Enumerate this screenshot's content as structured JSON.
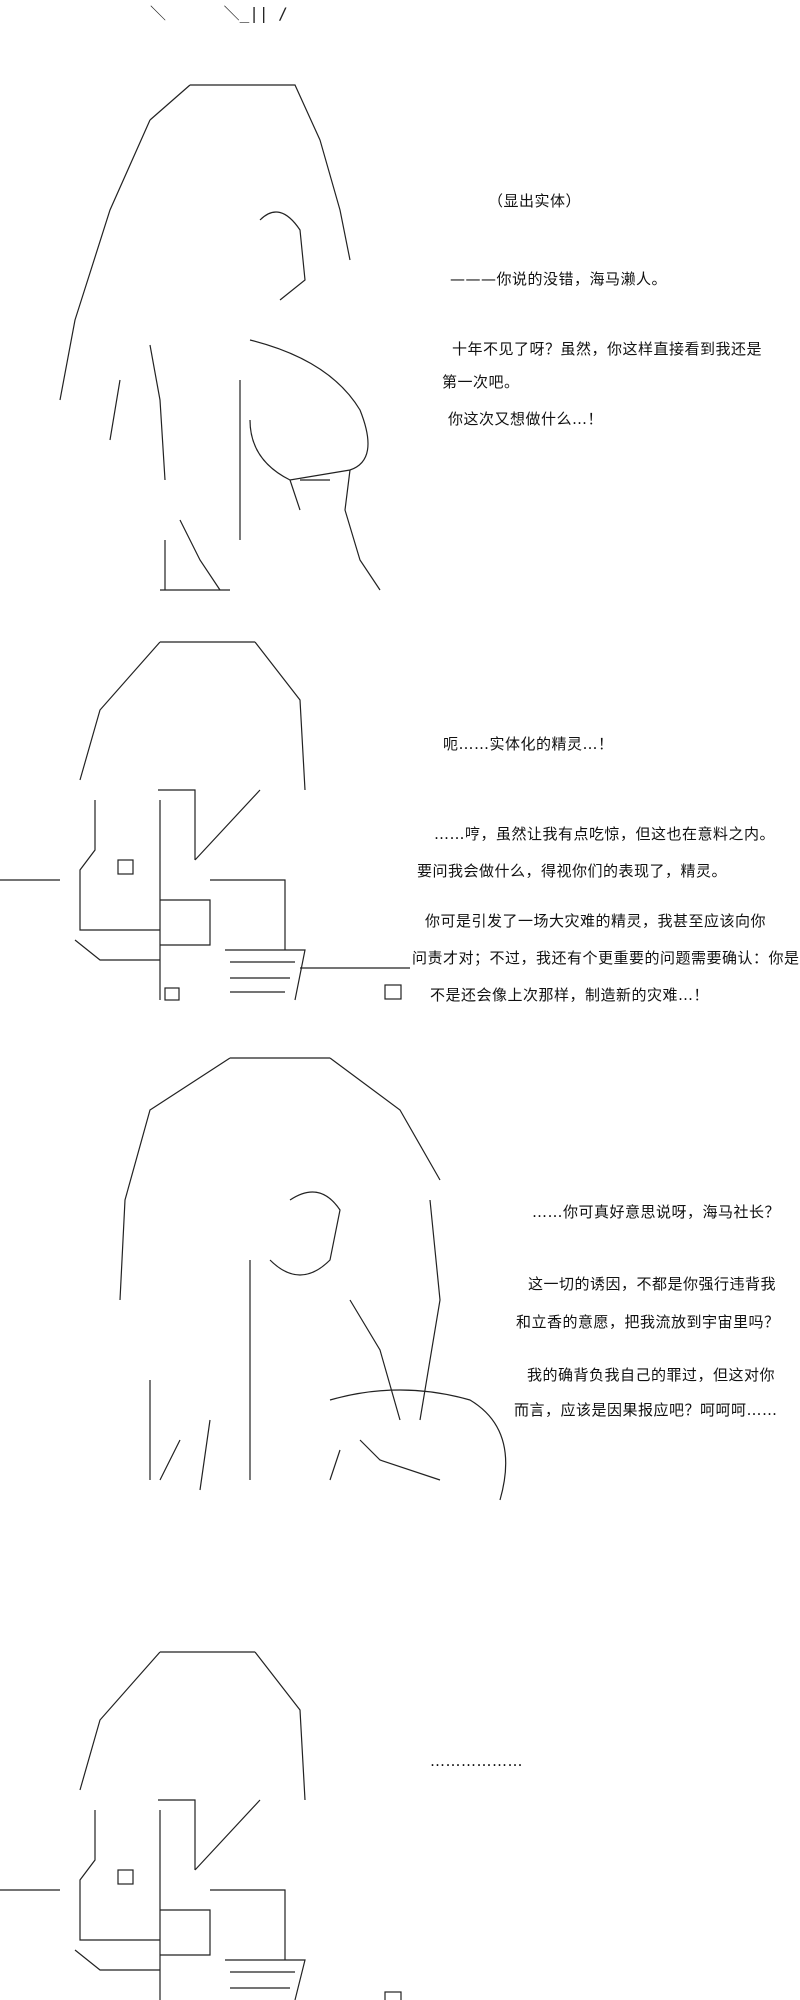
{
  "top_fragment": "＼　　　 ＼_|| /",
  "panels": [
    {
      "lines": [
        "（显出实体）",
        "———你说的没错，海马濑人。",
        "十年不见了呀？虽然，你这样直接看到我还是",
        "第一次吧。",
        "你这次又想做什么…！"
      ]
    },
    {
      "lines": [
        "呃……实体化的精灵…！",
        "……哼，虽然让我有点吃惊，但这也在意料之内。",
        "要问我会做什么，得视你们的表现了，精灵。",
        "你可是引发了一场大灾难的精灵，我甚至应该向你",
        "问责才对；不过，我还有个更重要的问题需要确认：你是",
        "不是还会像上次那样，制造新的灾难…！"
      ]
    },
    {
      "lines": [
        "……你可真好意思说呀，海马社长？",
        "这一切的诱因，不都是你强行违背我",
        "和立香的意愿，把我流放到宇宙里吗？",
        "我的确背负我自己的罪过，但这对你",
        "而言，应该是因果报应吧？呵呵呵……"
      ]
    },
    {
      "lines": [
        "………………"
      ]
    }
  ]
}
